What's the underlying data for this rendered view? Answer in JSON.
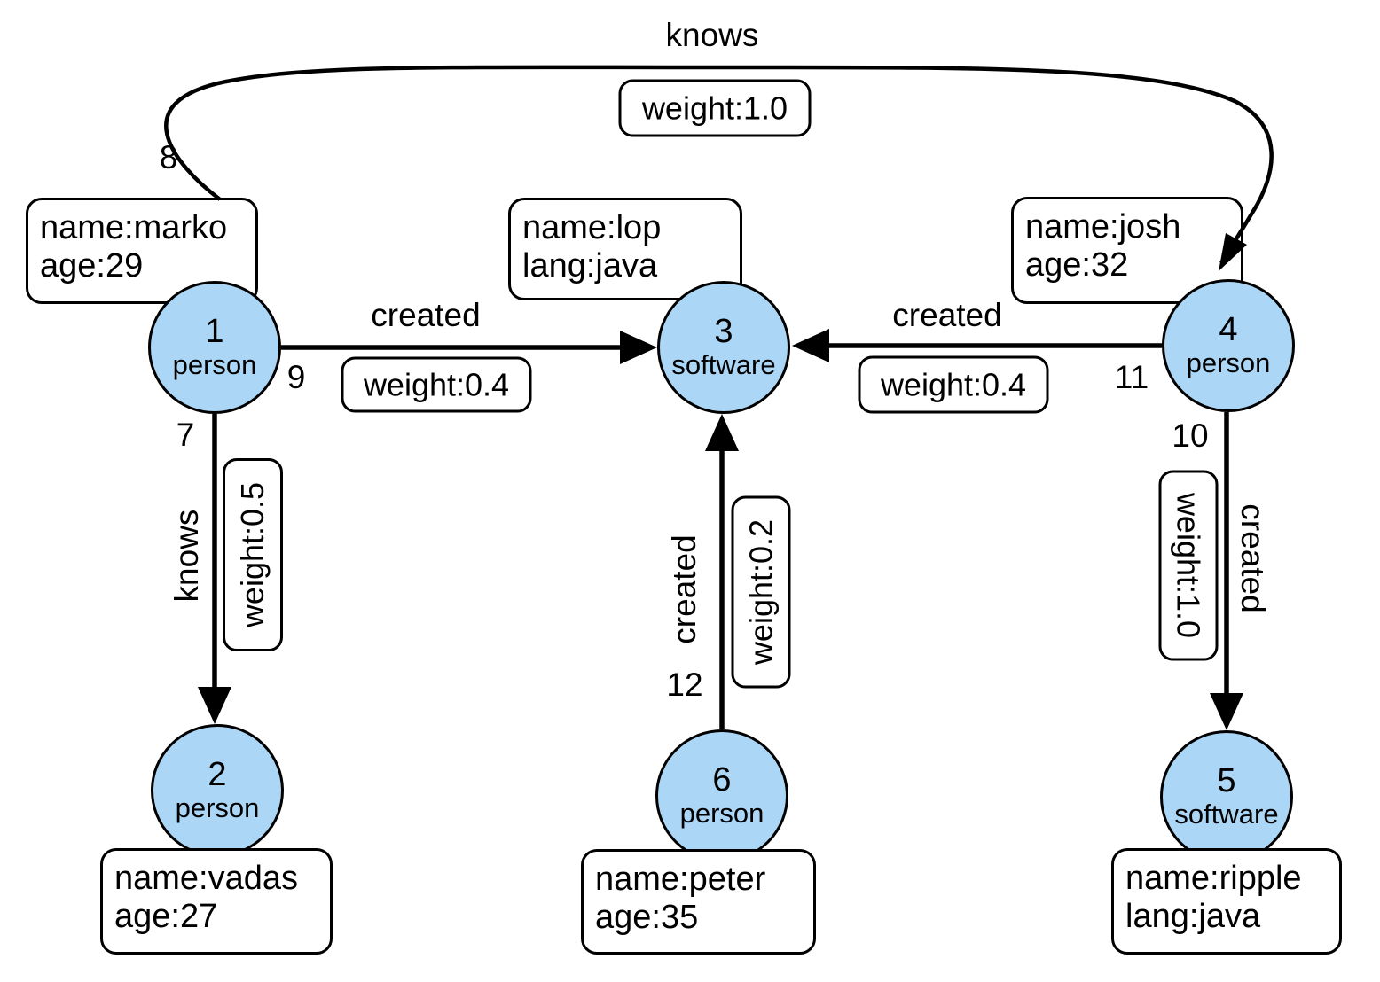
{
  "colors": {
    "background": "#ffffff",
    "node_fill": "#abd6f5",
    "stroke": "#000000",
    "text": "#000000"
  },
  "nodes": [
    {
      "id": "1",
      "type": "person",
      "properties": [
        "name:marko",
        "age:29"
      ]
    },
    {
      "id": "2",
      "type": "person",
      "properties": [
        "name:vadas",
        "age:27"
      ]
    },
    {
      "id": "3",
      "type": "software",
      "properties": [
        "name:lop",
        "lang:java"
      ]
    },
    {
      "id": "4",
      "type": "person",
      "properties": [
        "name:josh",
        "age:32"
      ]
    },
    {
      "id": "5",
      "type": "software",
      "properties": [
        "name:ripple",
        "lang:java"
      ]
    },
    {
      "id": "6",
      "type": "person",
      "properties": [
        "name:peter",
        "age:35"
      ]
    }
  ],
  "edges": [
    {
      "id": "8",
      "label": "knows",
      "weight_property": "weight:1.0",
      "from": "1",
      "to": "4"
    },
    {
      "id": "9",
      "label": "created",
      "weight_property": "weight:0.4",
      "from": "1",
      "to": "3"
    },
    {
      "id": "7",
      "label": "knows",
      "weight_property": "weight:0.5",
      "from": "1",
      "to": "2"
    },
    {
      "id": "11",
      "label": "created",
      "weight_property": "weight:0.4",
      "from": "4",
      "to": "3"
    },
    {
      "id": "10",
      "label": "created",
      "weight_property": "weight:1.0",
      "from": "4",
      "to": "5"
    },
    {
      "id": "12",
      "label": "created",
      "weight_property": "weight:0.2",
      "from": "6",
      "to": "3"
    }
  ]
}
